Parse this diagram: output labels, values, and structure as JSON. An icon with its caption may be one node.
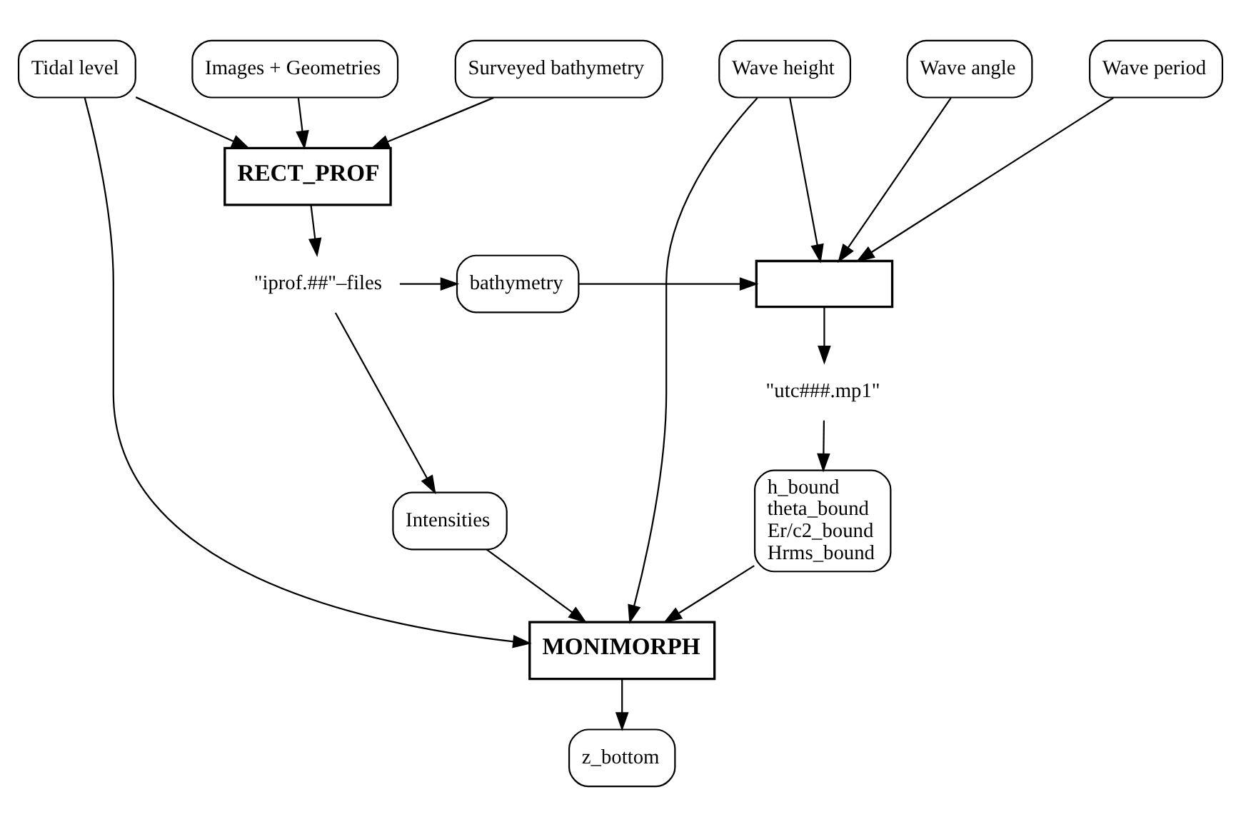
{
  "diagram": {
    "nodes": [
      {
        "text": [
          "Tidal level"
        ]
      },
      {
        "text": [
          "Images + Geometries"
        ]
      },
      {
        "text": [
          "Surveyed bathymetry"
        ]
      },
      {
        "text": [
          "Wave angle"
        ]
      },
      {
        "text": [
          "Wave height"
        ]
      },
      {
        "text": [
          "Wave period"
        ]
      },
      {
        "text": [
          "RECT_PROF"
        ]
      },
      {
        "text": [
          "\"iprof.##\"–files"
        ]
      },
      {
        "text": [
          "bathymetry"
        ]
      },
      {
        "text": [],
        "shape": "box"
      },
      {
        "text": [
          "\"utc###.mp1\""
        ]
      },
      {
        "text": [
          "Intensities"
        ]
      },
      {
        "text": [
          "h_bound theta_bound Er/c2_bound Hrms_bound"
        ]
      },
      {
        "text": [
          "MONIMORPH"
        ]
      },
      {
        "text": [
          "z_bottom"
        ]
      }
    ],
    "edges": [
      {
        "from": 0,
        "to": 6,
        "arrow": "to"
      },
      {
        "from": 1,
        "to": 6,
        "arrow": "to"
      },
      {
        "from": 2,
        "to": 6,
        "arrow": "to"
      },
      {
        "from": 0,
        "to": 13,
        "arrow": "to"
      },
      {
        "from": 3,
        "to": 9,
        "arrow": "to"
      },
      {
        "from": 4,
        "to": 9,
        "arrow": "to"
      },
      {
        "from": 5,
        "to": 9,
        "arrow": "to"
      },
      {
        "from": 4,
        "to": 13,
        "arrow": "to"
      },
      {
        "from": 6,
        "to": 7,
        "arrow": "to"
      },
      {
        "from": 7,
        "to": 8,
        "arrow": "to"
      },
      {
        "from": 8,
        "to": 9,
        "arrow": "to"
      },
      {
        "from": 9,
        "to": 10,
        "arrow": "to"
      },
      {
        "from": 10,
        "to": 12,
        "arrow": "to"
      },
      {
        "from": 7,
        "to": 11,
        "arrow": "to"
      },
      {
        "from": 11,
        "to": 13,
        "arrow": "to"
      },
      {
        "from": 12,
        "to": 13,
        "arrow": "to"
      },
      {
        "from": 13,
        "to": 14,
        "arrow": "to"
      }
    ]
  }
}
